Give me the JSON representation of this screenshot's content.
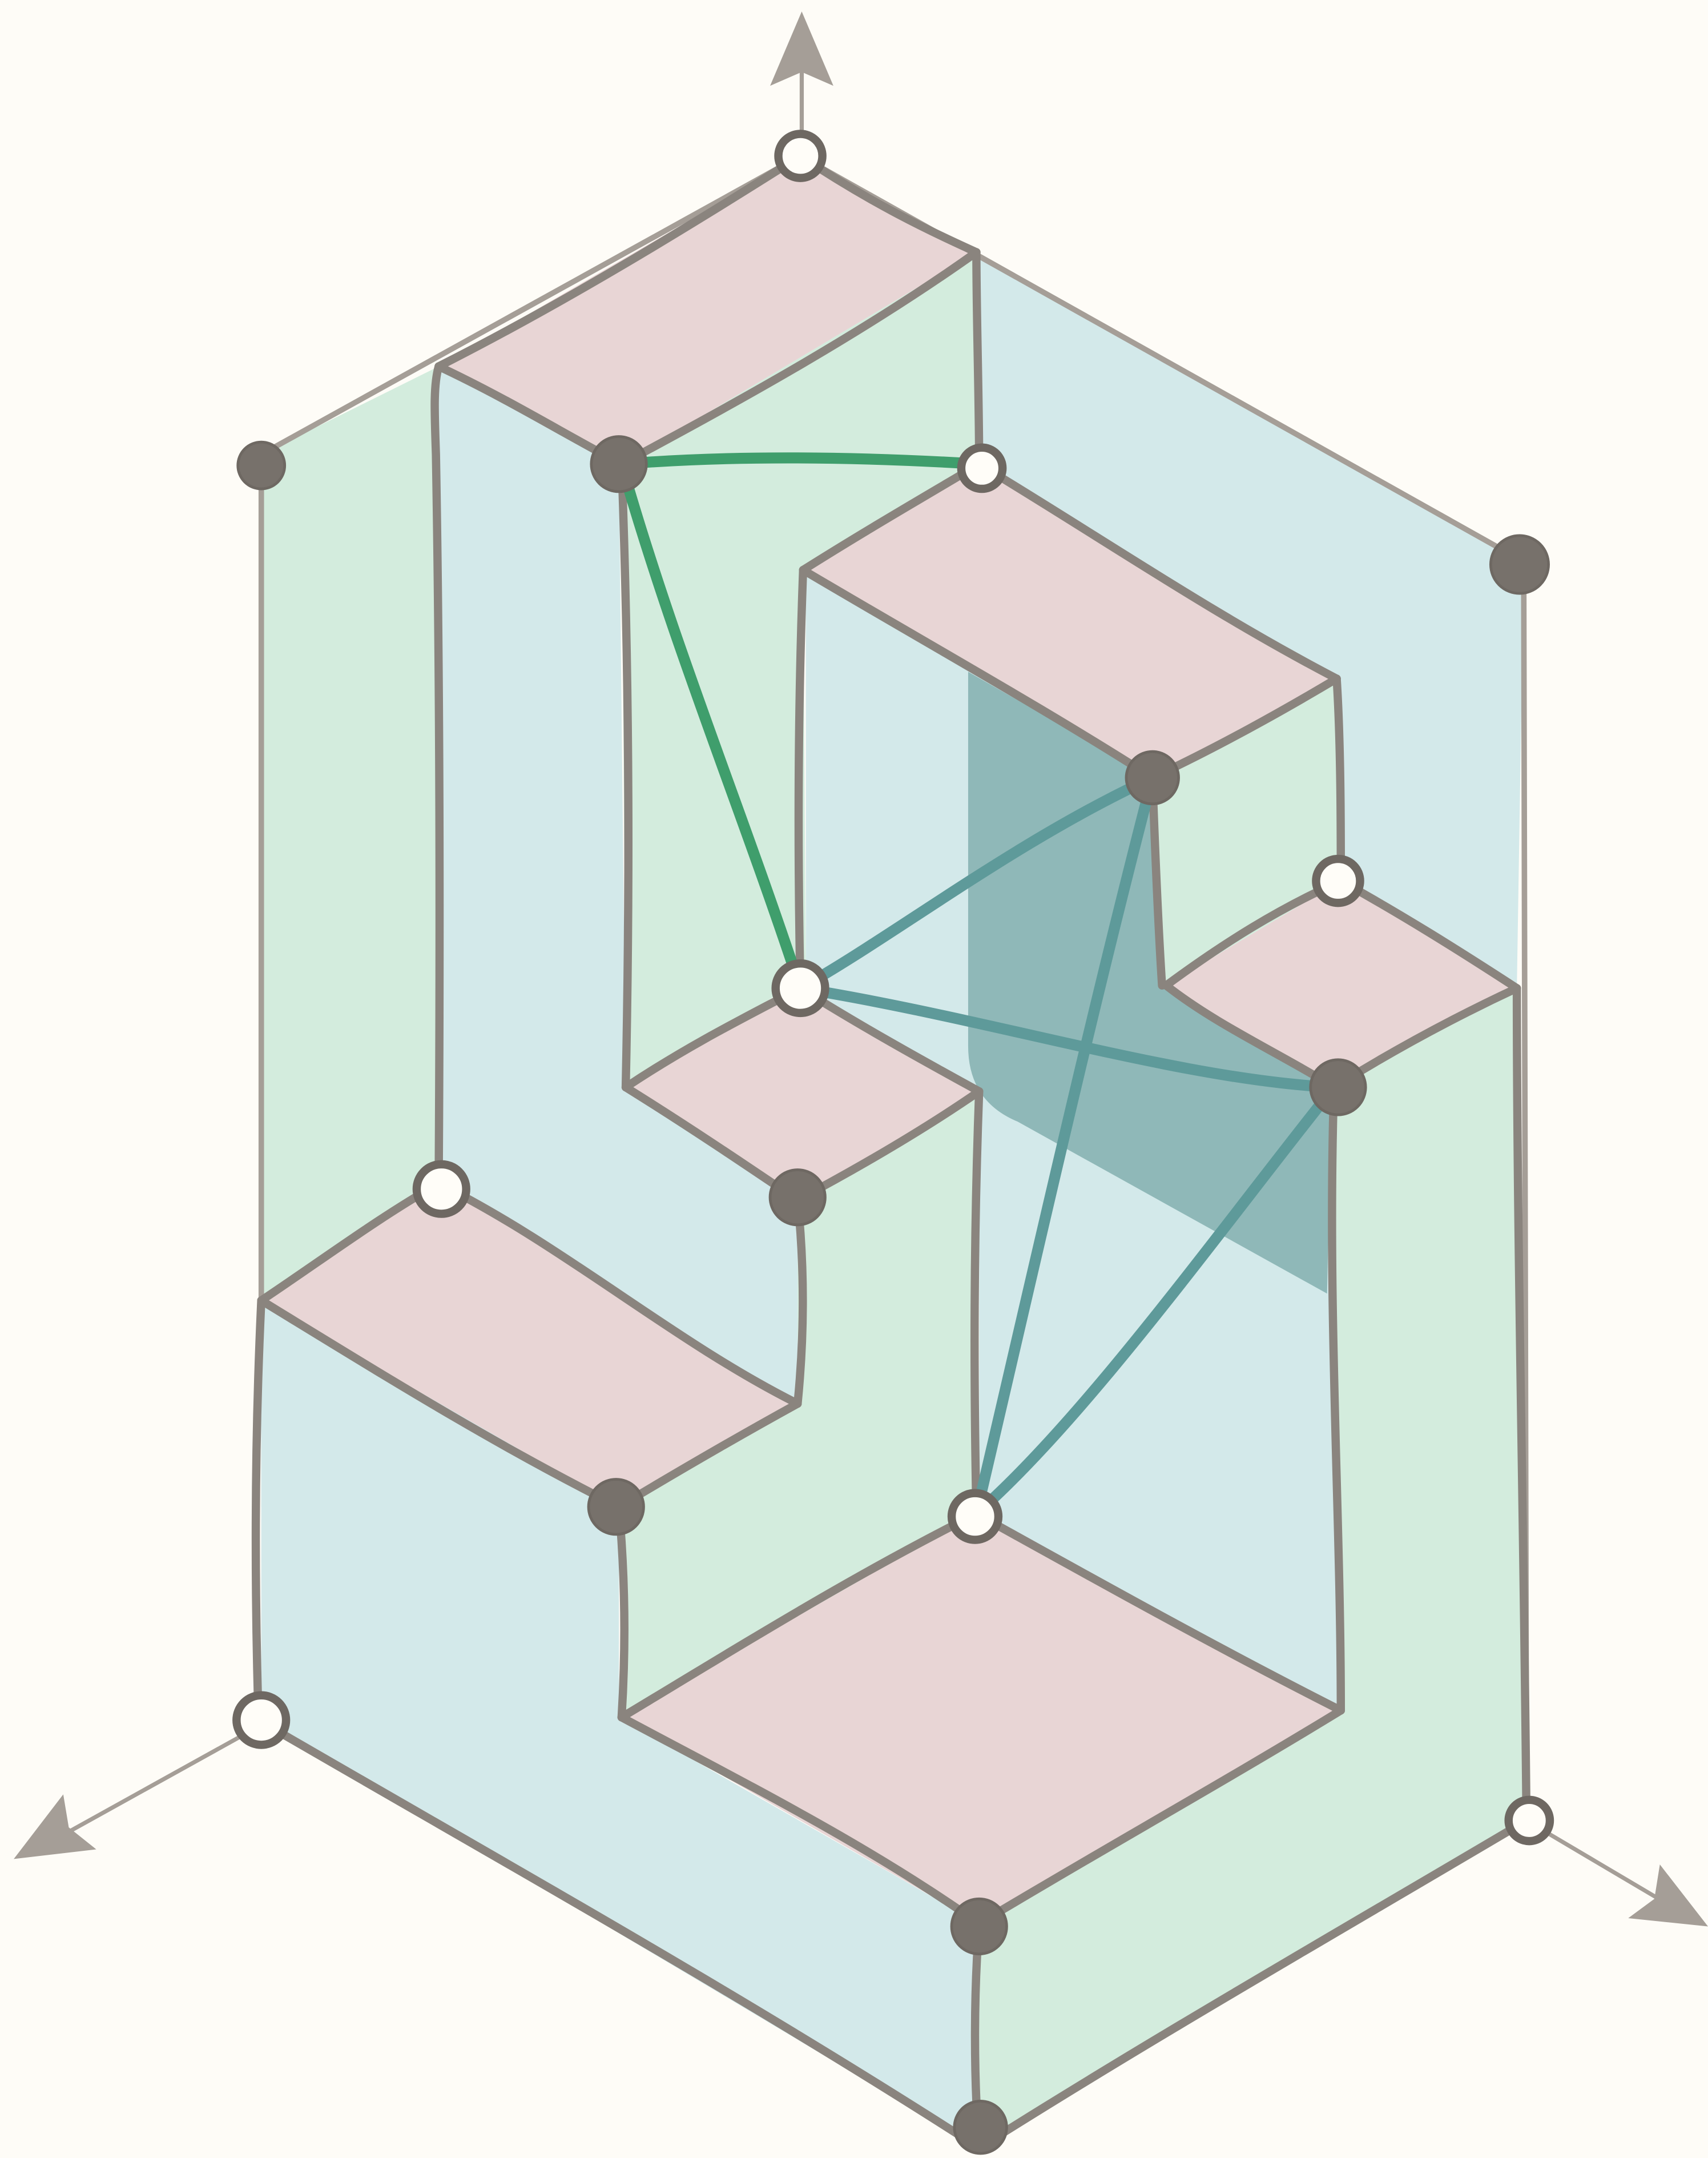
{
  "figure": {
    "colors": {
      "background": "#fefcf7",
      "top_face": "#e8d5d5",
      "left_face": "#d3e9ea",
      "right_face": "#d3ecdd",
      "shadow": "#8fb8b8",
      "edge": "#8a847e",
      "axis": "#a59e97",
      "vertex_filled": "#77716b",
      "vertex_stroke": "#6e6862",
      "vertex_hollow_fill": "#fffdf8",
      "green_link": "#3f9e6c",
      "teal_link": "#5e9a9a"
    },
    "axes": [
      "up-axis-arrow",
      "left-axis-arrow",
      "right-axis-arrow"
    ],
    "vertex_kinds": [
      "filled",
      "hollow"
    ],
    "link_groups": [
      "green",
      "teal"
    ]
  }
}
